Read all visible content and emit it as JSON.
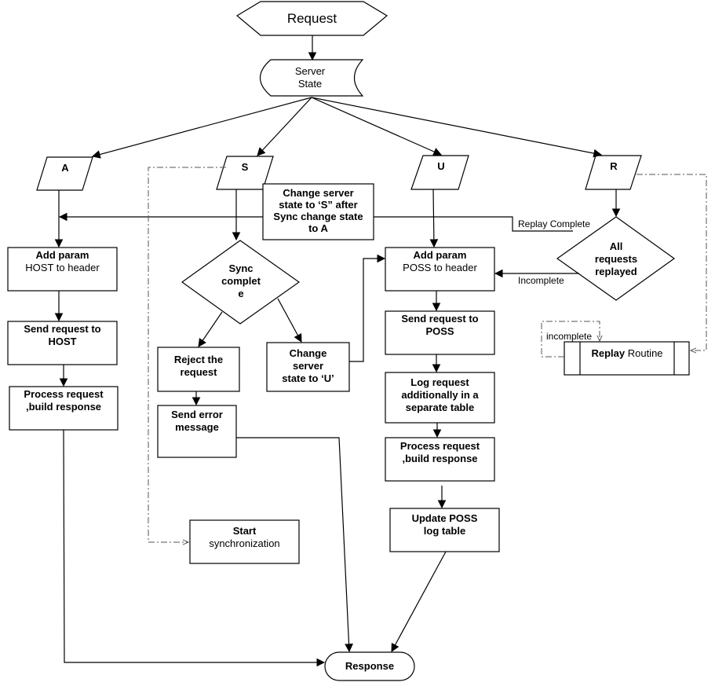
{
  "diagram": {
    "nodes": {
      "request": {
        "label": "Request",
        "shape": "hexagon"
      },
      "server_state": {
        "line1": "Server",
        "line2": "State",
        "shape": "stored-data"
      },
      "state_a": {
        "label": "A",
        "shape": "parallelogram"
      },
      "state_s": {
        "label": "S",
        "shape": "parallelogram"
      },
      "state_u": {
        "label": "U",
        "shape": "parallelogram"
      },
      "state_r": {
        "label": "R",
        "shape": "parallelogram"
      },
      "change_state_note": {
        "lines": [
          "Change server",
          "state to ‘S” after",
          "Sync change state",
          "to A"
        ],
        "shape": "rectangle"
      },
      "add_param_host": {
        "bold": "Add param",
        "normal": "HOST to header",
        "shape": "rectangle"
      },
      "send_request_host": {
        "lines": [
          "Send request to",
          "HOST"
        ],
        "shape": "rectangle"
      },
      "process_request_a": {
        "lines": [
          "Process request",
          ",build response"
        ],
        "shape": "rectangle"
      },
      "sync_complete": {
        "lines": [
          "Sync",
          "complet",
          "e"
        ],
        "shape": "diamond"
      },
      "reject_request": {
        "lines": [
          "Reject the",
          "request"
        ],
        "shape": "rectangle"
      },
      "send_error": {
        "lines": [
          "Send error",
          "message"
        ],
        "shape": "rectangle"
      },
      "change_state_u": {
        "lines": [
          "Change",
          "server",
          "state to ‘U’"
        ],
        "shape": "rectangle"
      },
      "start_sync": {
        "bold": "Start",
        "normal": "synchronization",
        "shape": "rectangle"
      },
      "add_param_poss": {
        "bold": "Add param",
        "normal": "POSS to header",
        "shape": "rectangle"
      },
      "send_request_poss": {
        "lines": [
          "Send request to",
          "POSS"
        ],
        "shape": "rectangle"
      },
      "log_request": {
        "lines": [
          "Log request",
          "additionally in a",
          "separate table"
        ],
        "shape": "rectangle"
      },
      "process_request_u": {
        "lines": [
          "Process request",
          ",build response"
        ],
        "shape": "rectangle"
      },
      "update_poss_log": {
        "lines": [
          "Update POSS",
          "log table"
        ],
        "shape": "rectangle"
      },
      "all_replayed": {
        "lines": [
          "All",
          "requests",
          "replayed"
        ],
        "shape": "diamond"
      },
      "replay_routine": {
        "bold": "Replay",
        "normal": " Routine",
        "shape": "predefined-process"
      },
      "response": {
        "label": "Response",
        "shape": "terminator"
      }
    },
    "edge_labels": {
      "replay_complete": "Replay Complete",
      "incomplete": "Incomplete",
      "incomplete_loop": "incomplete"
    },
    "colors": {
      "line": "#000000",
      "dashed_line": "#555555",
      "background": "#ffffff"
    }
  }
}
